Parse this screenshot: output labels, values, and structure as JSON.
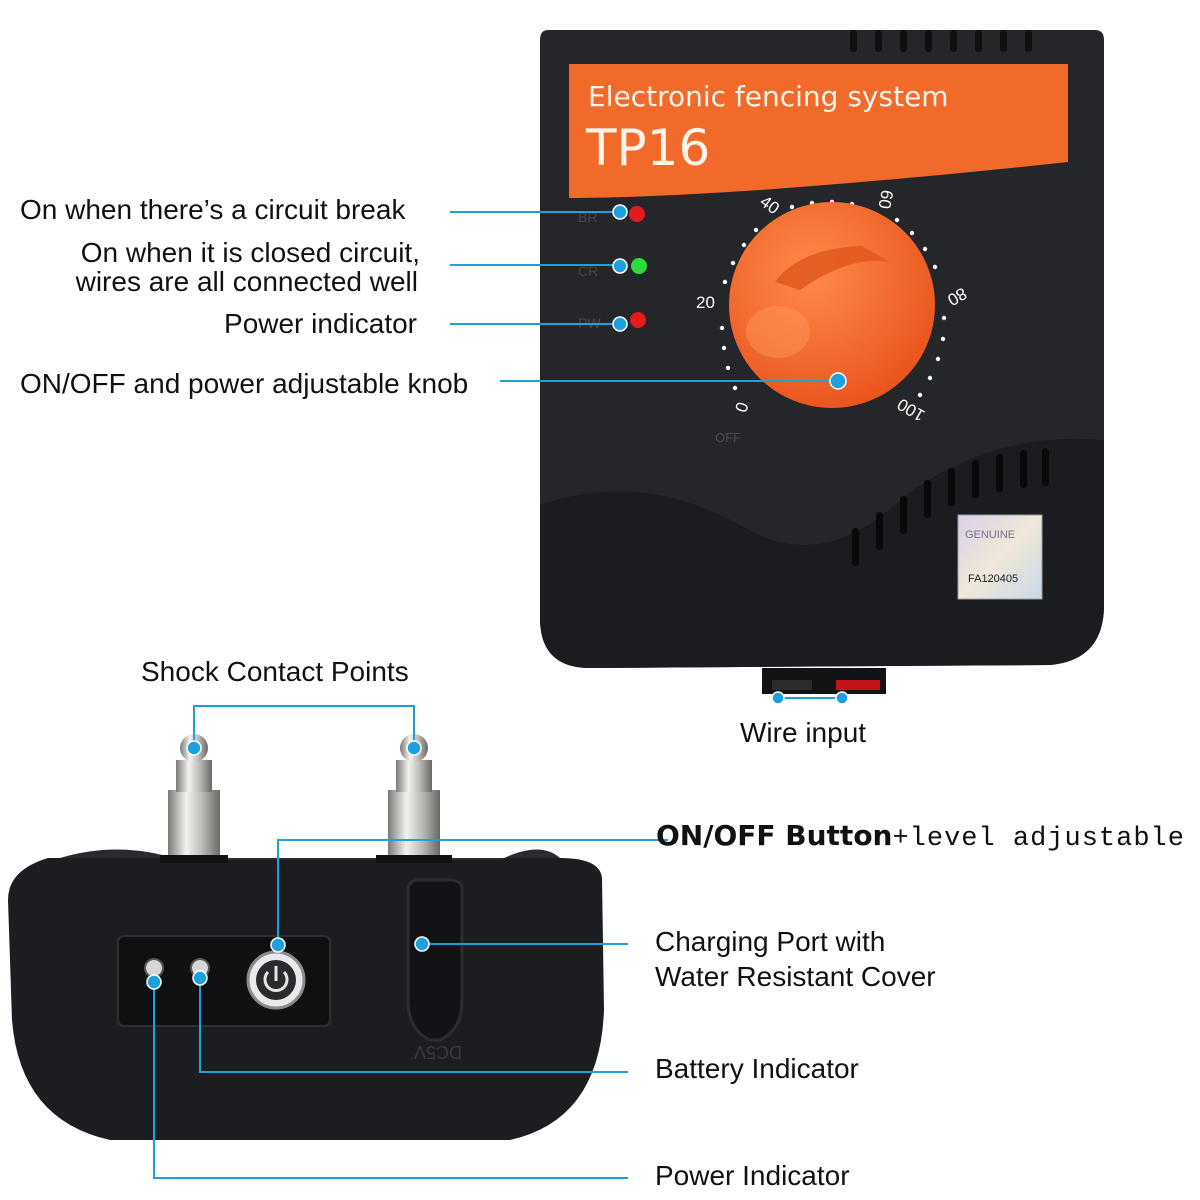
{
  "colors": {
    "leader_line": "#1ea0dc",
    "device_body": "#222428",
    "accent_orange": "#f26a2a",
    "led_red": "#e21b1b",
    "led_green": "#2ddc3a"
  },
  "transmitter": {
    "panel_title": "Electronic fencing system",
    "model": "TP16",
    "led_labels": [
      "BR",
      "CR",
      "PW"
    ],
    "dial_marks": [
      "0",
      "20",
      "40",
      "60",
      "80",
      "100"
    ],
    "off_label": "OFF",
    "hologram_text": "FA120405",
    "hologram_word": "GENUINE",
    "callouts": {
      "circuit_break": "On when there’s a circuit break",
      "closed_circuit_line1": "On when it is closed circuit,",
      "closed_circuit_line2": "wires are all connected well",
      "power": "Power indicator",
      "knob": "ON/OFF and power adjustable knob",
      "wire_input": "Wire input"
    }
  },
  "collar": {
    "port_marking": "DC5V",
    "callouts": {
      "shock_points": "Shock Contact Points",
      "button_main": "ON/OFF Button",
      "button_suffix": "+level adjustable",
      "charging_line1": "Charging Port with",
      "charging_line2": "Water Resistant Cover",
      "battery": "Battery Indicator",
      "power": "Power Indicator"
    }
  }
}
